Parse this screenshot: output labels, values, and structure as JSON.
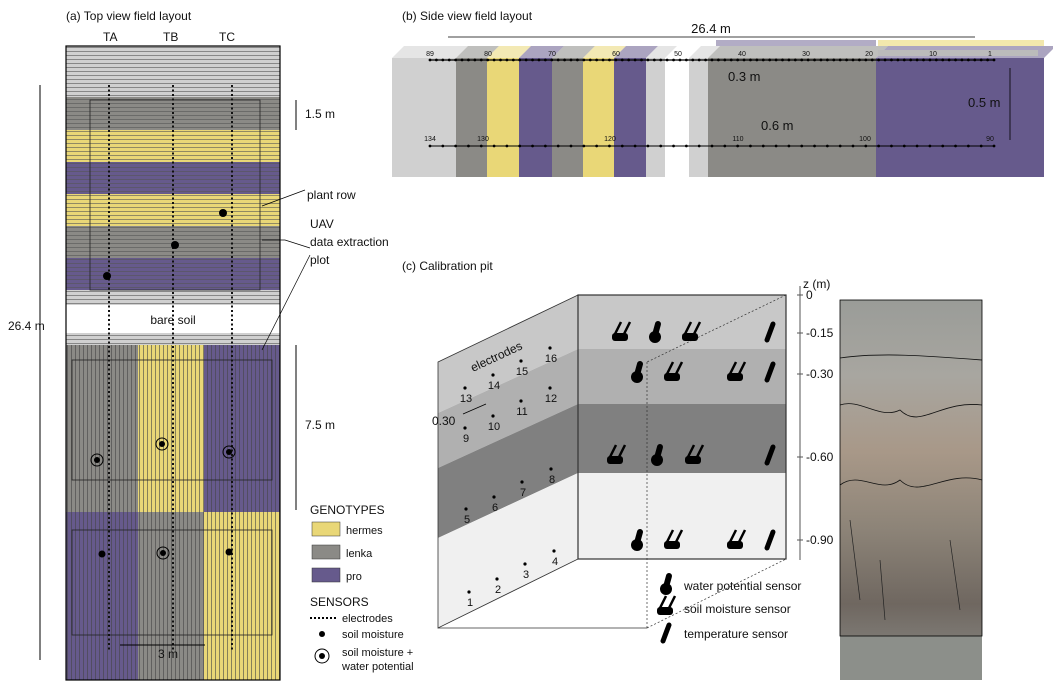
{
  "panel_a": {
    "title": "(a) Top view field layout",
    "columns": [
      "TA",
      "TB",
      "TC"
    ],
    "length": "26.4 m",
    "row_width": "1.5 m",
    "block_length": "7.5 m",
    "bare_soil": "bare soil",
    "plant_row": "plant row",
    "uav_label": [
      "UAV",
      "data extraction",
      "plot"
    ],
    "scale": "3 m",
    "genotypes_title": "GENOTYPES",
    "genotypes": [
      {
        "name": "hermes",
        "color": "#e9d777"
      },
      {
        "name": "lenka",
        "color": "#8b8a86"
      },
      {
        "name": "pro",
        "color": "#665a8c"
      }
    ],
    "sensors_title": "SENSORS",
    "sensors": [
      "electrodes",
      "soil moisture",
      "soil moisture +",
      "water potential"
    ]
  },
  "panel_b": {
    "title": "(b) Side view field layout",
    "length": "26.4 m",
    "top_labels": [
      "89",
      "80",
      "70",
      "60",
      "50",
      "40",
      "30",
      "20",
      "10",
      "1"
    ],
    "bottom_labels": [
      "134",
      "130",
      "120",
      "110",
      "100",
      "90"
    ],
    "top_spacing": "0.3 m",
    "bottom_spacing": "0.6 m",
    "depth": "0.5 m"
  },
  "panel_c": {
    "title": "(c) Calibration pit",
    "electrodes_label": "electrodes",
    "electrode_spacing": "0.30",
    "electrode_numbers": [
      "1",
      "2",
      "3",
      "4",
      "5",
      "6",
      "7",
      "8",
      "9",
      "10",
      "11",
      "12",
      "13",
      "14",
      "15",
      "16"
    ],
    "z_axis_label": "z (m)",
    "z_ticks": [
      "0",
      "-0.15",
      "-0.30",
      "-0.60",
      "-0.90"
    ],
    "legend": [
      "water potential sensor",
      "soil moisture sensor",
      "temperature sensor"
    ]
  }
}
